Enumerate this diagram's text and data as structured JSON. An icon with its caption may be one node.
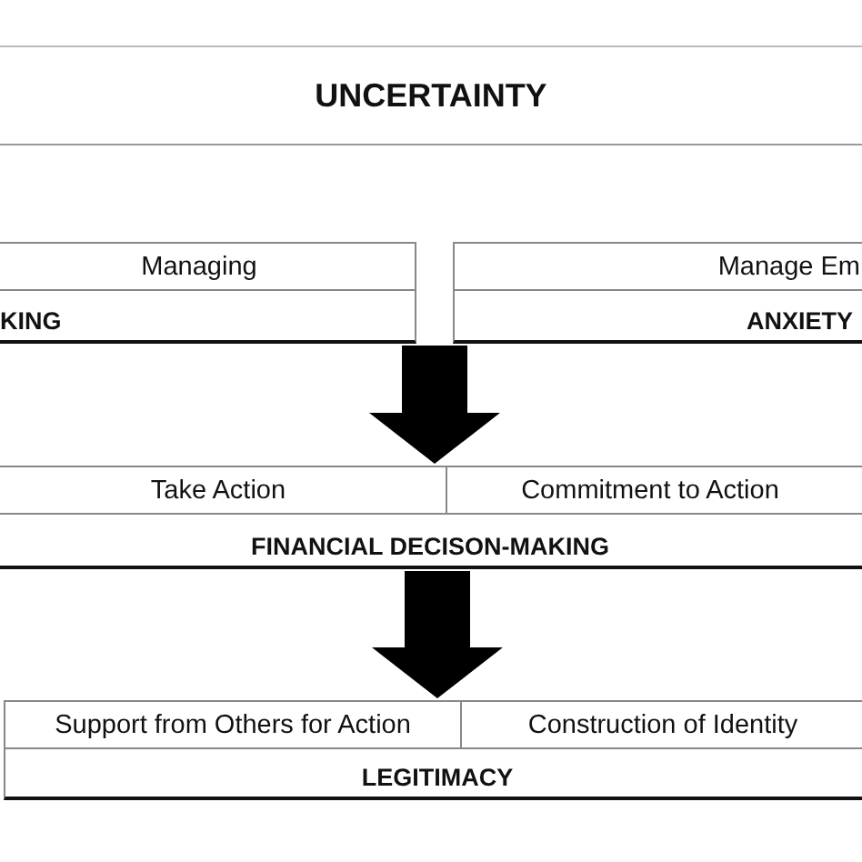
{
  "diagram": {
    "nodes": [
      {
        "text": [
          "UNCERTAINTY"
        ]
      },
      {
        "text": [
          "KING"
        ]
      },
      {
        "text": [
          "Managing"
        ],
        "in": 1
      },
      {
        "text": [
          "ANXIETY"
        ]
      },
      {
        "text": [
          "Manage Em"
        ],
        "in": 3
      },
      {
        "text": [
          "FINANCIAL DECISON-MAKING"
        ]
      },
      {
        "text": [
          "Take Action"
        ],
        "in": 5
      },
      {
        "text": [
          "Commitment to Action"
        ],
        "in": 5
      },
      {
        "text": [
          "LEGITIMACY"
        ]
      },
      {
        "text": [
          "Support from Others for Action"
        ],
        "in": 8
      },
      {
        "text": [
          "Construction of Identity"
        ],
        "in": 8
      }
    ],
    "edges": [
      {
        "from": 1,
        "to": 5,
        "arrow": "to",
        "style": "thick"
      },
      {
        "from": 3,
        "to": 5,
        "arrow": "to",
        "style": "thick"
      },
      {
        "from": 5,
        "to": 8,
        "arrow": "to",
        "style": "thick"
      }
    ]
  }
}
